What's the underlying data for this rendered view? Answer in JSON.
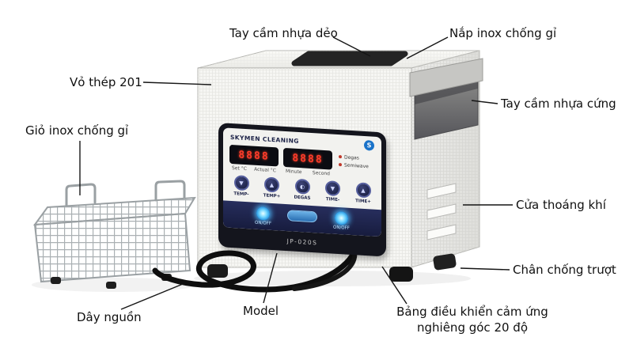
{
  "annotations": {
    "top_handle": "Tay cầm nhựa dẻo",
    "lid": "Nắp inox chống gỉ",
    "shell": "Vỏ thép 201",
    "basket": "Giỏ inox chống gỉ",
    "side_handle": "Tay cầm nhựa cứng",
    "vent": "Cửa thoáng khí",
    "foot": "Chân chống trượt",
    "cord": "Dây nguồn",
    "model": "Model",
    "panel_line1": "Bảng điều khiển cảm ứng",
    "panel_line2": "nghiêng góc 20 độ"
  },
  "device": {
    "brand": "SKYMEN CLEANING",
    "model_code": "JP-020S",
    "display_temp": "8888",
    "display_time": "8888",
    "scale_labels": {
      "set": "Set °C",
      "actual": "Actual °C",
      "minute": "Minute",
      "second": "Second"
    },
    "indicators": {
      "degas": "Degas",
      "semiwave": "Semiwave"
    },
    "buttons": {
      "temp_minus": "TEMP-",
      "temp_plus": "TEMP+",
      "degas": "DEGAS",
      "time_minus": "TIME-",
      "time_plus": "TIME+"
    },
    "power_label": "ON/OFF"
  },
  "colors": {
    "accent_blue": "#1a73c9",
    "led_red": "#ff3b2a",
    "panel_navy": "#1c2247",
    "body_steel": "#f6f6f3"
  }
}
